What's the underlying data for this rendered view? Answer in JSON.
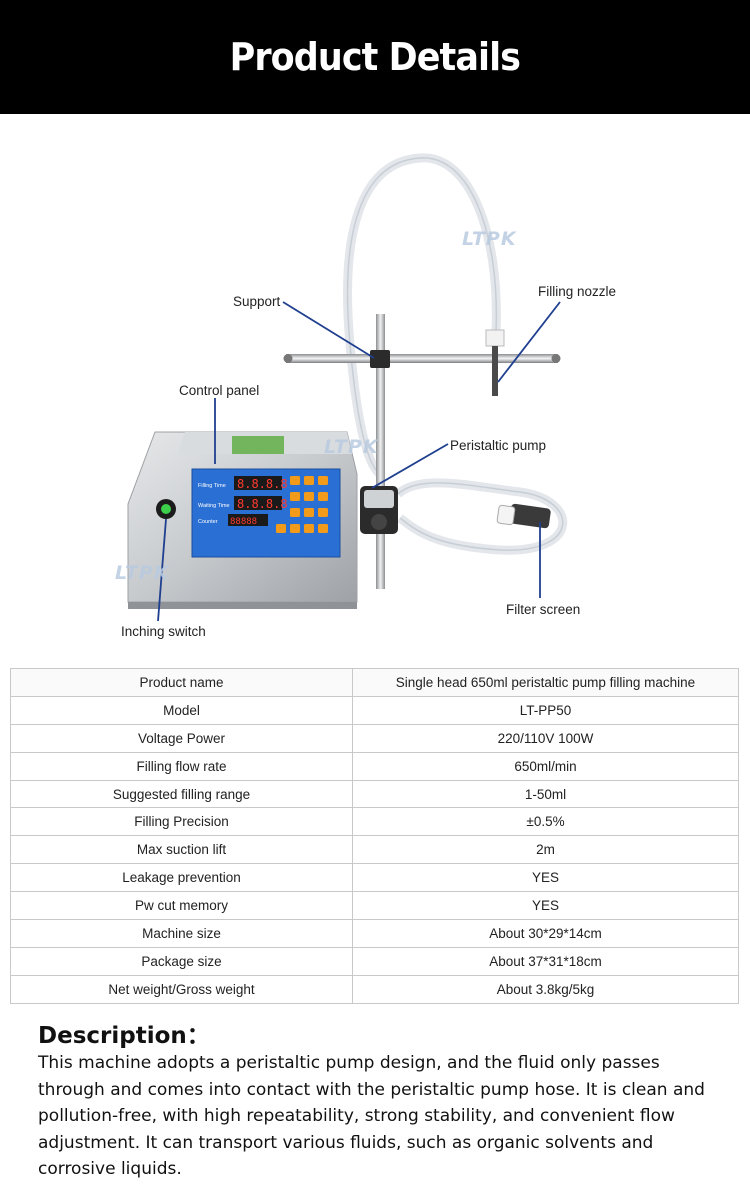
{
  "header": {
    "title": "Product Details"
  },
  "figure": {
    "watermark": "LTPK",
    "callouts": {
      "support": "Support",
      "filling_nozzle": "Filling nozzle",
      "control_panel": "Control panel",
      "peristaltic_pump": "Peristaltic pump",
      "filter_screen": "Filter screen",
      "inching_switch": "Inching switch"
    },
    "panel": {
      "filling_time": "Filling Time",
      "waiting_time": "Waiting Time",
      "counter": "Counter",
      "digits_a": "8.8.8.8",
      "digits_b": "8.8.8.8",
      "digits_c": "88888"
    }
  },
  "specs": [
    {
      "label": "Product name",
      "value": "Single head 650ml peristaltic pump filling machine"
    },
    {
      "label": "Model",
      "value": "LT-PP50"
    },
    {
      "label": "Voltage Power",
      "value": "220/110V  100W"
    },
    {
      "label": "Filling flow rate",
      "value": "650ml/min"
    },
    {
      "label": "Suggested filling range",
      "value": "1-50ml"
    },
    {
      "label": "Filling Precision",
      "value": "±0.5%"
    },
    {
      "label": "Max suction lift",
      "value": "2m"
    },
    {
      "label": "Leakage prevention",
      "value": "YES"
    },
    {
      "label": "Pw cut memory",
      "value": "YES"
    },
    {
      "label": "Machine size",
      "value": "About 30*29*14cm"
    },
    {
      "label": "Package size",
      "value": "About 37*31*18cm"
    },
    {
      "label": "Net weight/Gross weight",
      "value": "About 3.8kg/5kg"
    }
  ],
  "description": {
    "heading": "Description：",
    "body": "This machine adopts a peristaltic pump design, and the fluid only passes through and comes into contact with the peristaltic pump hose. It is clean and pollution-free, with high repeatability, strong stability, and convenient flow adjustment. It can transport various fluids, such as organic solvents and corrosive liquids."
  },
  "colors": {
    "header_bg": "#000000",
    "header_text": "#ffffff",
    "callout_line": "#1f3f8f",
    "panel_blue": "#2a6fd4",
    "key_orange": "#f29a1a",
    "watermark": "#b9cbe0"
  }
}
